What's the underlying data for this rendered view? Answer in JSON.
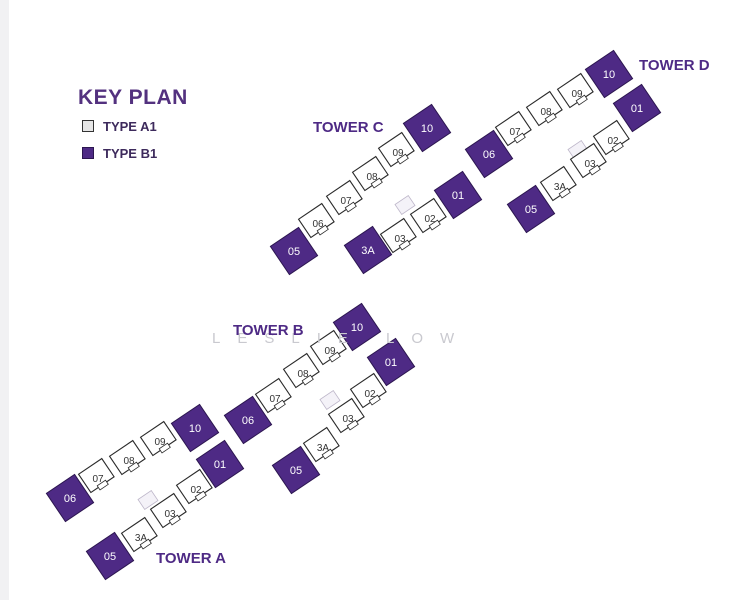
{
  "key_plan": {
    "title": "KEY PLAN",
    "legend": [
      {
        "label": "TYPE A1",
        "swatch": "#e6e6e6"
      },
      {
        "label": "TYPE B1",
        "swatch": "#4e2a85"
      }
    ]
  },
  "watermark": "LESLIE LOW",
  "colors": {
    "type_b1": "#4e2a85",
    "type_a1": "#ffffff",
    "outline": "#2a2a2a",
    "label_text": "#4e2a85"
  },
  "towers": [
    {
      "name": "TOWER A",
      "units_top": [
        {
          "id": "06",
          "type": "B1"
        },
        {
          "id": "07",
          "type": "A1"
        },
        {
          "id": "08",
          "type": "A1"
        },
        {
          "id": "09",
          "type": "A1"
        },
        {
          "id": "10",
          "type": "B1"
        }
      ],
      "units_bottom": [
        {
          "id": "05",
          "type": "B1"
        },
        {
          "id": "3A",
          "type": "A1"
        },
        {
          "id": "03",
          "type": "A1"
        },
        {
          "id": "02",
          "type": "A1"
        },
        {
          "id": "01",
          "type": "B1"
        }
      ]
    },
    {
      "name": "TOWER B",
      "units_top": [
        {
          "id": "06",
          "type": "B1"
        },
        {
          "id": "07",
          "type": "A1"
        },
        {
          "id": "08",
          "type": "A1"
        },
        {
          "id": "09",
          "type": "A1"
        },
        {
          "id": "10",
          "type": "B1"
        }
      ],
      "units_bottom": [
        {
          "id": "05",
          "type": "B1"
        },
        {
          "id": "3A",
          "type": "A1"
        },
        {
          "id": "03",
          "type": "A1"
        },
        {
          "id": "02",
          "type": "A1"
        },
        {
          "id": "01",
          "type": "B1"
        }
      ]
    },
    {
      "name": "TOWER C",
      "units_top": [
        {
          "id": "05",
          "type": "B1"
        },
        {
          "id": "06",
          "type": "A1"
        },
        {
          "id": "07",
          "type": "A1"
        },
        {
          "id": "08",
          "type": "A1"
        },
        {
          "id": "09",
          "type": "A1"
        },
        {
          "id": "10",
          "type": "B1"
        }
      ],
      "units_bottom": [
        {
          "id": "3A",
          "type": "B1"
        },
        {
          "id": "03",
          "type": "A1"
        },
        {
          "id": "02",
          "type": "A1"
        },
        {
          "id": "01",
          "type": "B1"
        }
      ]
    },
    {
      "name": "TOWER D",
      "units_top": [
        {
          "id": "06",
          "type": "B1"
        },
        {
          "id": "07",
          "type": "A1"
        },
        {
          "id": "08",
          "type": "A1"
        },
        {
          "id": "09",
          "type": "A1"
        },
        {
          "id": "10",
          "type": "B1"
        }
      ],
      "units_bottom": [
        {
          "id": "05",
          "type": "B1"
        },
        {
          "id": "3A",
          "type": "A1"
        },
        {
          "id": "03",
          "type": "A1"
        },
        {
          "id": "02",
          "type": "A1"
        },
        {
          "id": "01",
          "type": "B1"
        }
      ]
    }
  ]
}
